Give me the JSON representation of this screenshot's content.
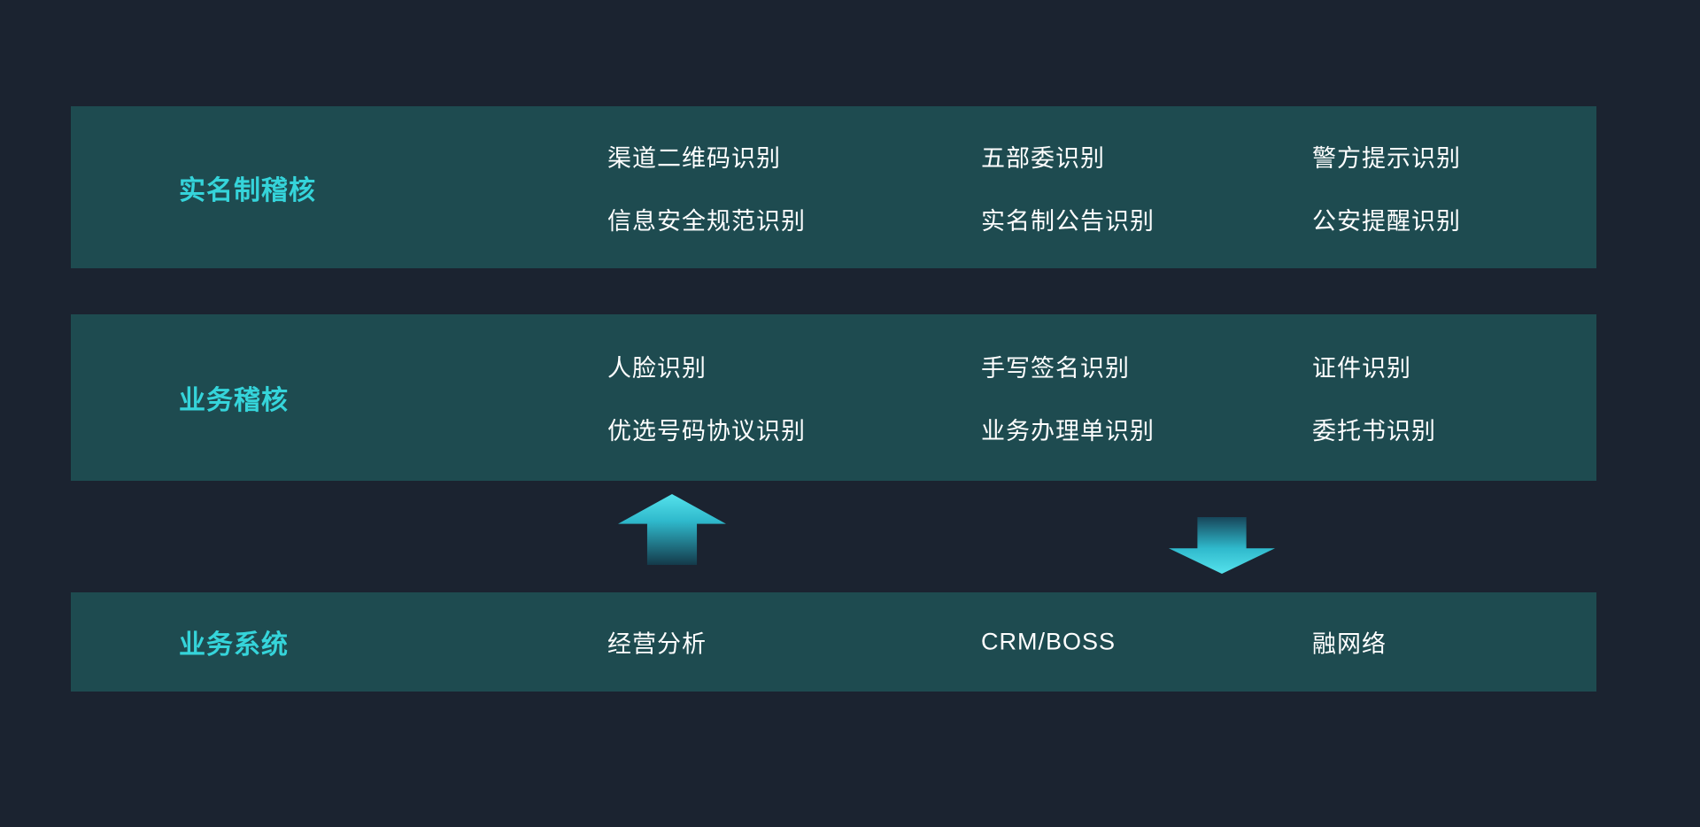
{
  "colors": {
    "background": "#1b2330",
    "band": "#1e4b50",
    "accent": "#35d4da",
    "text": "#ffffff"
  },
  "bands": [
    {
      "label": "实名制稽核",
      "columns": [
        [
          "渠道二维码识别",
          "信息安全规范识别"
        ],
        [
          "五部委识别",
          "实名制公告识别"
        ],
        [
          "警方提示识别",
          "公安提醒识别"
        ]
      ]
    },
    {
      "label": "业务稽核",
      "columns": [
        [
          "人脸识别",
          "优选号码协议识别"
        ],
        [
          "手写签名识别",
          "业务办理单识别"
        ],
        [
          "证件识别",
          "委托书识别"
        ]
      ]
    },
    {
      "label": "业务系统",
      "columns": [
        [
          "经营分析"
        ],
        [
          "CRM/BOSS"
        ],
        [
          "融网络"
        ]
      ]
    }
  ],
  "arrows": [
    {
      "direction": "up"
    },
    {
      "direction": "down"
    }
  ]
}
